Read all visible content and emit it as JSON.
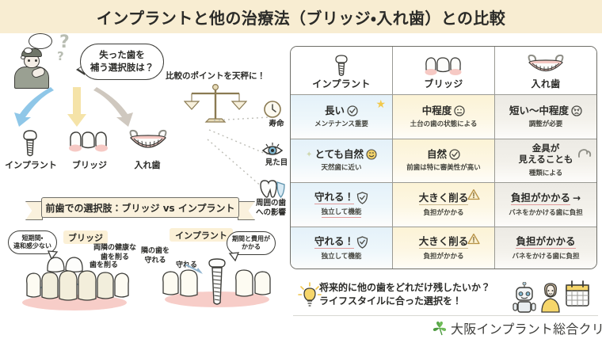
{
  "header": {
    "title": "インプラントと他の治療法（ブリッジ・入れ歯）との比較"
  },
  "intro": {
    "question_line1": "失った歯を",
    "question_line2": "補う選択肢は？",
    "question_mark": "?",
    "scale_caption": "比較のポイントを天秤に！",
    "options": [
      {
        "label": "インプラント",
        "icon": "implant-icon"
      },
      {
        "label": "ブリッジ",
        "icon": "bridge-icon"
      },
      {
        "label": "入れ歯",
        "icon": "denture-icon"
      }
    ]
  },
  "criteria": [
    {
      "label": "寿命",
      "icon": "clock-icon"
    },
    {
      "label": "見た目",
      "icon": "eye-icon"
    },
    {
      "label_line1": "周囲の歯",
      "label_line2": "への影響",
      "icon": "tooth-shield-icon"
    }
  ],
  "table": {
    "columns": [
      {
        "label": "インプラント",
        "icon": "implant-icon",
        "accent": "#e4f1f9"
      },
      {
        "label": "ブリッジ",
        "icon": "bridge-icon",
        "accent": "#fcf3d6"
      },
      {
        "label": "入れ歯",
        "icon": "denture-icon",
        "accent": "#eceae4"
      }
    ],
    "rows": [
      {
        "criterion": "寿命",
        "cells": [
          {
            "main": "長い",
            "sub": "メンテナンス重要",
            "icon": "check-circle-icon",
            "badge": "★"
          },
          {
            "main": "中程度",
            "sub": "土台の歯の状態による",
            "icon": "neutral-face-icon",
            "badge": ""
          },
          {
            "main": "短い〜中程度",
            "sub": "調整が必要",
            "icon": "worried-face-icon",
            "badge": ""
          }
        ]
      },
      {
        "criterion": "見た目",
        "cells": [
          {
            "main": "とても自然",
            "sub": "天然歯に近い",
            "icon": "smile-face-icon",
            "badge": ""
          },
          {
            "main": "自然",
            "sub": "前歯は特に審美性が高い",
            "icon": "check-circle-icon",
            "badge": ""
          },
          {
            "main": "金具が\n見えることも",
            "sub": "種類による",
            "icon": "clasp-icon",
            "badge": ""
          }
        ]
      },
      {
        "criterion": "周囲の歯への影響",
        "cells": [
          {
            "main": "守れる！",
            "sub": "独立して機能",
            "icon": "shield-check-icon",
            "badge": ""
          },
          {
            "main": "大きく削る",
            "sub": "負担がかかる",
            "icon": "warning-icon",
            "badge": ""
          },
          {
            "main": "負担がかかる",
            "sub": "バネをかかける歯に負担",
            "icon": "arrow-right-icon",
            "badge": ""
          }
        ]
      },
      {
        "criterion": "周囲の歯への影響",
        "cells": [
          {
            "main": "守れる！",
            "sub": "独立して機能",
            "icon": "shield-check-icon",
            "badge": ""
          },
          {
            "main": "大きく削る",
            "sub": "負担がかかる",
            "icon": "warning-icon",
            "badge": ""
          },
          {
            "main": "負担がかかる",
            "sub": "バネをかける歯に負担",
            "icon": "",
            "badge": ""
          }
        ]
      }
    ]
  },
  "front_tooth_section": {
    "banner": "前歯での選択肢：ブリッジ vs インプラント",
    "bridge": {
      "tag": "ブリッジ",
      "bubble_line1": "短期間・",
      "bubble_line2": "違和感少ない",
      "note_line1": "両隣の健康な",
      "note_line2": "歯を削る",
      "arrow_note": "歯を削る"
    },
    "implant": {
      "tag": "インプラント",
      "bubble_line1": "期間と費用が",
      "bubble_line2": "かかる",
      "note_line1": "隣の歯を",
      "note_line2": "守れる",
      "arrow_note": "守れる"
    }
  },
  "footer": {
    "message_line1": "将来的に他の歯をどれだけ残したいか？",
    "message_line2": "ライフスタイルに合った選択を！",
    "icons": [
      "lightbulb-icon",
      "robot-icon",
      "person-icon",
      "calendar-icon"
    ],
    "clinic_name": "大阪インプラント総合クリニック",
    "clinic_logo": "clover-icon"
  },
  "colors": {
    "title_bg": "#f8edd2",
    "implant_col": "#e4f1f9",
    "bridge_col": "#fcf3d6",
    "denture_col": "#eceae4",
    "gum_pink": "#f6c9c4",
    "clover_green": "#5aa84a",
    "arrow_blue": "#8fc7e8",
    "arrow_yellow": "#f5e3a8",
    "arrow_gray": "#cfc8bf"
  }
}
